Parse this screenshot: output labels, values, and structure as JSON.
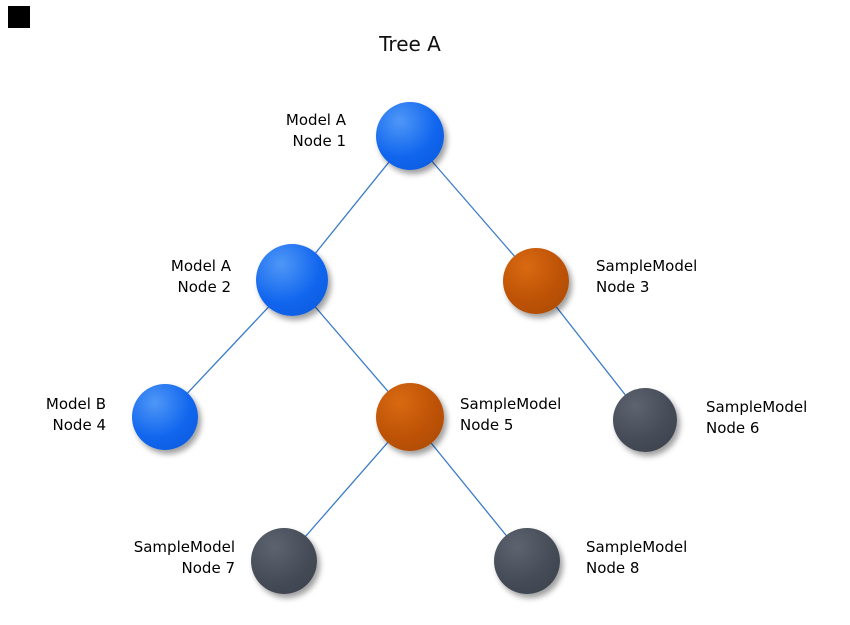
{
  "title": "Tree A",
  "colors": {
    "node_blue": "#1166ee",
    "node_orange": "#bd5206",
    "node_gray": "#454c57",
    "edge": "#3a7cc8",
    "corner_marker": "#000000"
  },
  "nodes": [
    {
      "model": "Model A",
      "label": "Node 1",
      "color": "blue",
      "label_side": "left"
    },
    {
      "model": "Model A",
      "label": "Node 2",
      "color": "blue",
      "label_side": "left"
    },
    {
      "model": "SampleModel",
      "label": "Node 3",
      "color": "orange",
      "label_side": "right"
    },
    {
      "model": "Model B",
      "label": "Node 4",
      "color": "blue",
      "label_side": "left"
    },
    {
      "model": "SampleModel",
      "label": "Node 5",
      "color": "orange",
      "label_side": "right"
    },
    {
      "model": "SampleModel",
      "label": "Node 6",
      "color": "gray",
      "label_side": "right"
    },
    {
      "model": "SampleModel",
      "label": "Node 7",
      "color": "gray",
      "label_side": "left"
    },
    {
      "model": "SampleModel",
      "label": "Node 8",
      "color": "gray",
      "label_side": "right"
    }
  ],
  "edges": [
    [
      "Node 1",
      "Node 2"
    ],
    [
      "Node 1",
      "Node 3"
    ],
    [
      "Node 2",
      "Node 4"
    ],
    [
      "Node 2",
      "Node 5"
    ],
    [
      "Node 3",
      "Node 6"
    ],
    [
      "Node 5",
      "Node 7"
    ],
    [
      "Node 5",
      "Node 8"
    ]
  ]
}
